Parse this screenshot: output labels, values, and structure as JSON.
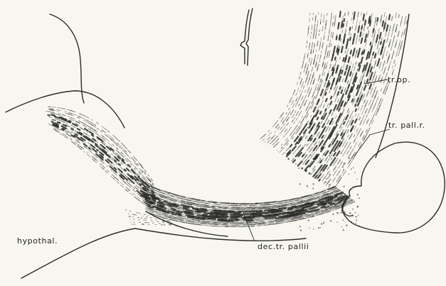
{
  "figure": {
    "background": "#f7f6ef",
    "ink": "#2a2a2a",
    "labels": {
      "tr_op": "tr.op.",
      "tr_pall_r": "tr. pall.r.",
      "hypothal": "hypothal.",
      "dec_tr_pallii": "dec.tr. pallii"
    }
  }
}
